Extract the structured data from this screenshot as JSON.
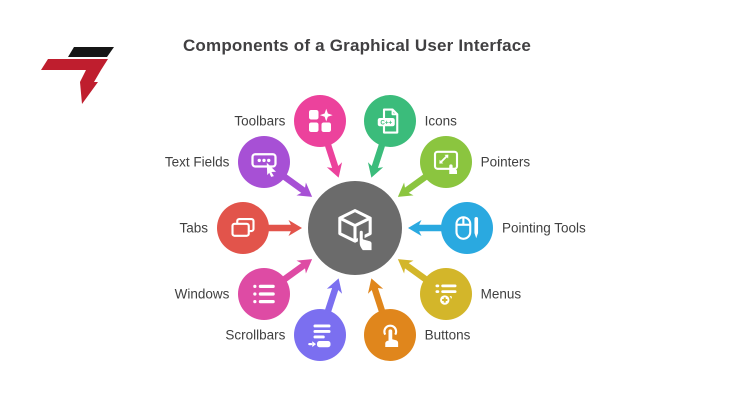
{
  "title": "Components of a Graphical User Interface",
  "logo": {
    "red": "#bf1e2e",
    "black": "#161616"
  },
  "center": {
    "icon": "cube-touch-icon",
    "color": "#6b6b6b"
  },
  "items": [
    {
      "label": "Icons",
      "color": "#3bbc7b",
      "icon": "file-code-icon"
    },
    {
      "label": "Pointers",
      "color": "#8bc53f",
      "icon": "screen-touch-icon"
    },
    {
      "label": "Pointing Tools",
      "color": "#2aa9e0",
      "icon": "mouse-pen-icon"
    },
    {
      "label": "Menus",
      "color": "#d3b62a",
      "icon": "list-plus-icon"
    },
    {
      "label": "Buttons",
      "color": "#e0861c",
      "icon": "tap-icon"
    },
    {
      "label": "Scrollbars",
      "color": "#7b6ff0",
      "icon": "scrollbar-icon"
    },
    {
      "label": "Windows",
      "color": "#de4ba4",
      "icon": "bullet-list-icon"
    },
    {
      "label": "Tabs",
      "color": "#e2544b",
      "icon": "tabs-stack-icon"
    },
    {
      "label": "Text Fields",
      "color": "#a750d5",
      "icon": "text-cursor-icon"
    },
    {
      "label": "Toolbars",
      "color": "#ec429c",
      "icon": "grid-sparkle-icon"
    }
  ]
}
